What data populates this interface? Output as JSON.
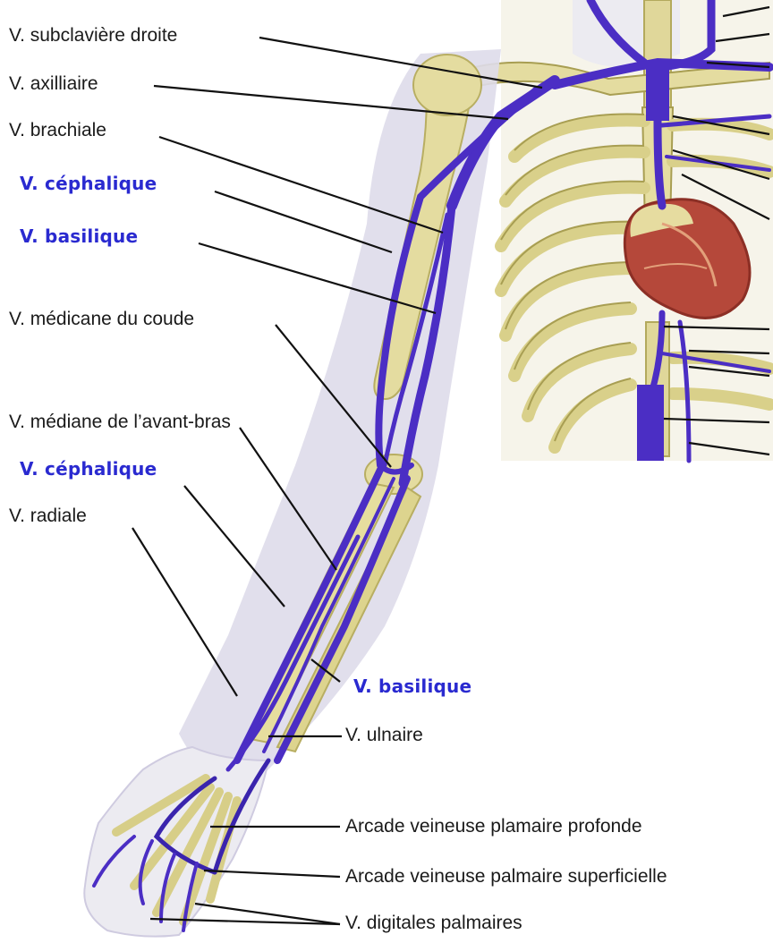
{
  "colors": {
    "highlight": "#2a2ad0",
    "text": "#1a1a1a",
    "vein": "#4b2ec4",
    "vein_dark": "#2e1a9a",
    "bone": "#e4dca0",
    "bone_shade": "#b8ae62",
    "skin": "#dedbea",
    "heart": "#b5483a"
  },
  "labels": {
    "subclaviere": "V. subclavière droite",
    "axillaire": "V. axilliaire",
    "brachiale": "V. brachiale",
    "cephalique_upper": "V. céphalique",
    "basilique_upper": "V. basilique",
    "medicane_coude": "V. médicane du coude",
    "mediane_avant_bras": "V. médiane de l’avant-bras",
    "cephalique_lower": "V. céphalique",
    "radiale": "V. radiale",
    "basilique_lower": "V. basilique",
    "ulnaire": "V. ulnaire",
    "arcade_profonde": "Arcade veineuse plamaire profonde",
    "arcade_superficielle": "Arcade veineuse palmaire superficielle",
    "digitales": "V. digitales palmaires"
  }
}
